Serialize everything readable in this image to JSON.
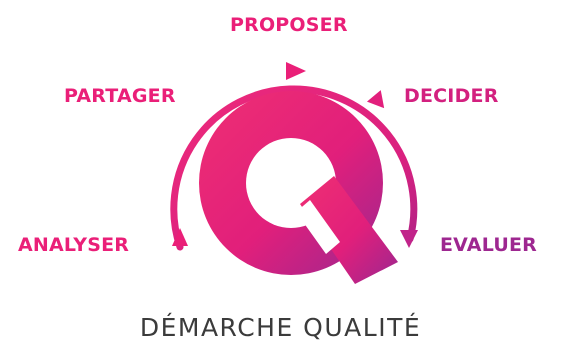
{
  "steps": {
    "proposer": "PROPOSER",
    "partager": "PARTAGER",
    "decider": "DECIDER",
    "analyser": "ANALYSER",
    "evaluer": "EVALUER"
  },
  "caption": "DÉMARCHE QUALITÉ",
  "graphic": {
    "center_letter": "Q",
    "flow": "clockwise cycle arrows around the Q"
  },
  "colors": {
    "pink": "#ea1f78",
    "magenta": "#d3207f",
    "purple": "#9e2790",
    "caption_gray": "#3b3b3b"
  }
}
